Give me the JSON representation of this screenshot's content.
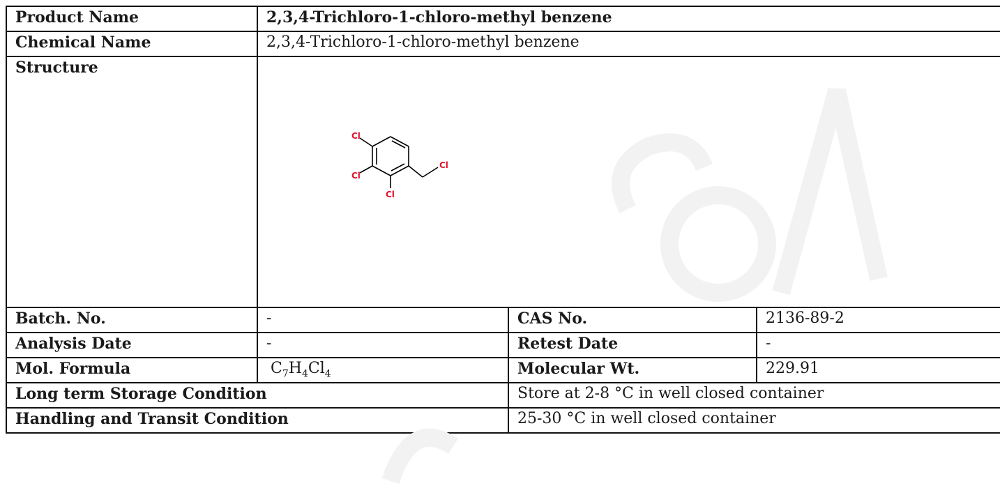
{
  "rows": {
    "product_name": {
      "label": "Product Name",
      "value": "2,3,4-Trichloro-1-chloro-methyl benzene"
    },
    "chemical_name": {
      "label": "Chemical Name",
      "value": "2,3,4-Trichloro-1-chloro-methyl benzene"
    },
    "structure": {
      "label": "Structure"
    },
    "batch_no": {
      "label": "Batch. No.",
      "value": "-"
    },
    "cas_no": {
      "label": "CAS No.",
      "value": "2136-89-2"
    },
    "analysis_date": {
      "label": "Analysis Date",
      "value": "-"
    },
    "retest_date": {
      "label": "Retest Date",
      "value": "-"
    },
    "mol_formula": {
      "label": "Mol. Formula",
      "parts": [
        "C",
        "7",
        "H",
        "4",
        "Cl",
        "4"
      ]
    },
    "molecular_wt": {
      "label": "Molecular Wt.",
      "value": "229.91"
    },
    "storage": {
      "label": "Long term Storage Condition",
      "value": "Store at 2-8 °C in well closed container"
    },
    "handling": {
      "label": "Handling and Transit Condition",
      "value": "25-30 °C in well closed container"
    }
  },
  "structure_atoms": {
    "cl_top": "Cl",
    "cl_left": "Cl",
    "cl_bottom": "Cl",
    "cl_right": "Cl"
  },
  "colors": {
    "heteroatom": "#e5102a",
    "watermark": "#f4f4f4",
    "border": "#111111"
  }
}
